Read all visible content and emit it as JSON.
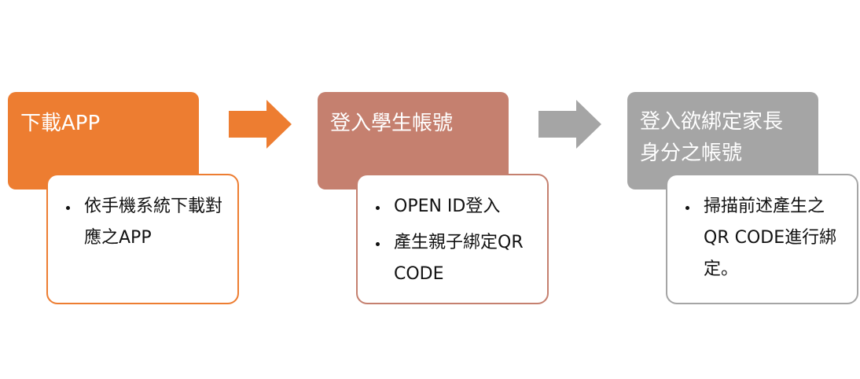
{
  "colors": {
    "step1": "#ed7d31",
    "step2": "#c5806f",
    "step3": "#a5a5a5",
    "arrow1": "#ed7d31",
    "arrow2": "#a5a5a5"
  },
  "steps": [
    {
      "title": "下載APP",
      "bullets": [
        "依手機系統下載對應之APP"
      ]
    },
    {
      "title": "登入學生帳號",
      "bullets": [
        "OPEN ID登入",
        "產生親子綁定QR CODE"
      ]
    },
    {
      "title": "登入欲綁定家長身分之帳號",
      "bullets": [
        "掃描前述產生之QR CODE進行綁定。"
      ]
    }
  ]
}
